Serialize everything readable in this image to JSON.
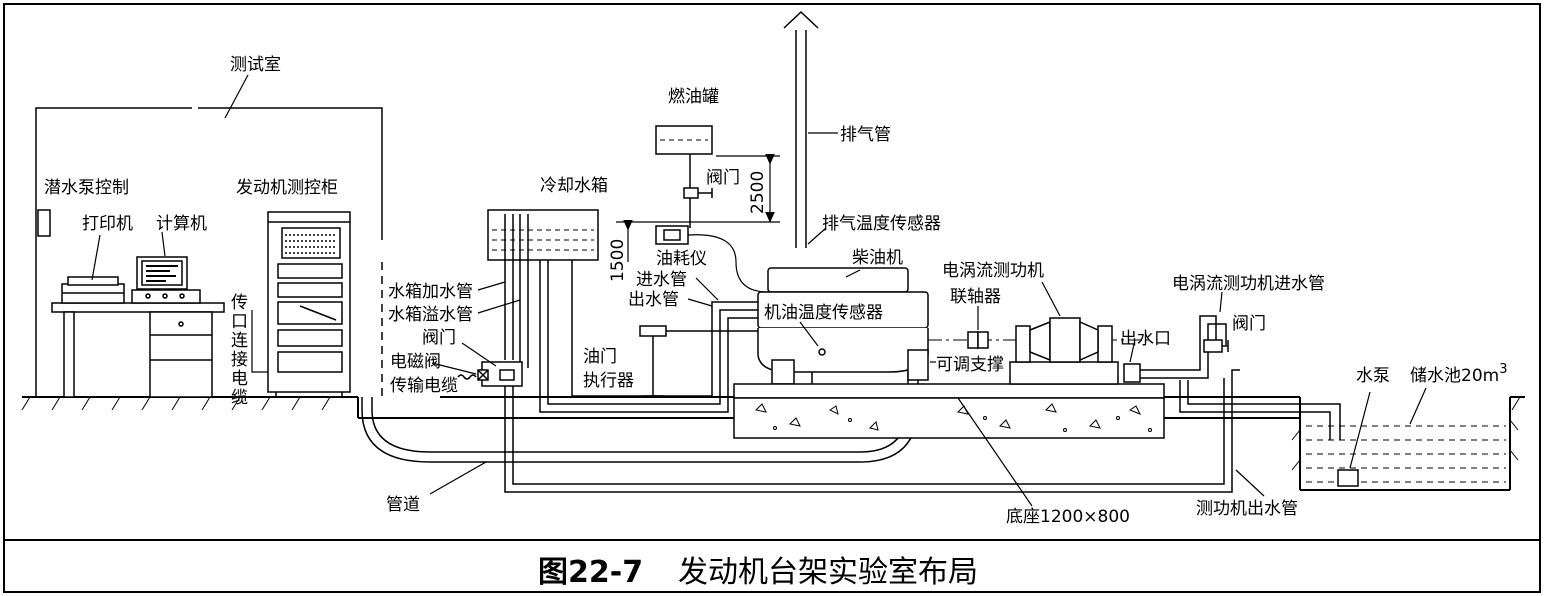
{
  "labels": {
    "test_room": "测试室",
    "submersible_pump_control": "潜水泵控制",
    "printer": "打印机",
    "computer": "计算机",
    "engine_control_cabinet": "发动机测控柜",
    "port_connection_cable": "传口连接电缆",
    "cooling_tank": "冷却水箱",
    "tank_fill_pipe": "水箱加水管",
    "tank_overflow_pipe": "水箱溢水管",
    "valve_1": "阀门",
    "solenoid_valve": "电磁阀",
    "transmission_cable": "传输电缆",
    "pipeline": "管道",
    "fuel_tank": "燃油罐",
    "valve_2": "阀门",
    "dim_2500": "2500",
    "dim_1500": "1500",
    "fuel_meter": "油耗仪",
    "inlet_pipe": "进水管",
    "outlet_pipe": "出水管",
    "throttle_actuator_line1": "油门",
    "throttle_actuator_line2": "执行器",
    "exhaust_pipe": "排气管",
    "exhaust_temp_sensor": "排气温度传感器",
    "diesel_engine": "柴油机",
    "oil_temp_sensor": "机油温度传感器",
    "adjustable_support": "可调支撑",
    "base": "底座1200×800",
    "eddy_dynamometer": "电涡流测功机",
    "coupling": "联轴器",
    "water_outlet": "出水口",
    "dyno_inlet_pipe": "电涡流测功机进水管",
    "valve_3": "阀门",
    "water_pump": "水泵",
    "reservoir": "储水池20m",
    "reservoir_sup": "3",
    "dyno_outlet_pipe": "测功机出水管"
  },
  "caption": {
    "number": "图22-7",
    "title": "发动机台架实验室布局"
  }
}
